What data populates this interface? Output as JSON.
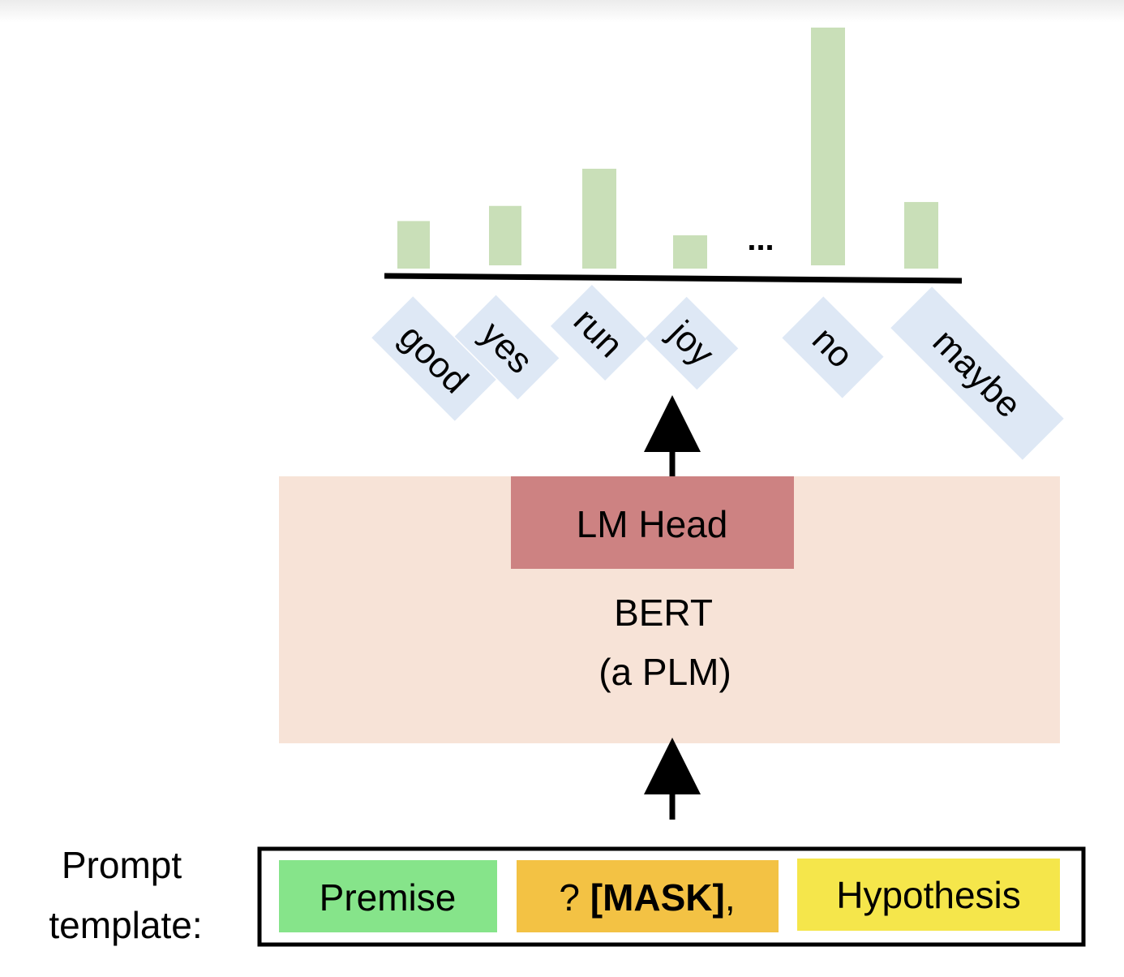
{
  "chart_data": {
    "type": "bar",
    "categories": [
      "good",
      "yes",
      "run",
      "joy",
      "no",
      "maybe"
    ],
    "values": [
      0.2,
      0.25,
      0.42,
      0.14,
      1.0,
      0.28
    ],
    "ellipsis": "...",
    "colors": {
      "bar": "#c9dfb8",
      "label_box": "#dee8f5"
    }
  },
  "model": {
    "head_label": "LM Head",
    "body_label_line1": "BERT",
    "body_label_line2": "(a PLM)",
    "colors": {
      "body": "#f7e3d7",
      "head": "#cd8282"
    }
  },
  "template": {
    "label_line1": "Prompt",
    "label_line2": "template:",
    "segments": [
      {
        "text": "Premise",
        "prefix": "",
        "bold": "",
        "suffix": "",
        "color": "#86e48a"
      },
      {
        "text": "? [MASK],",
        "prefix": "? ",
        "bold": "[MASK]",
        "suffix": ",",
        "color": "#f3c244"
      },
      {
        "text": "Hypothesis",
        "prefix": "",
        "bold": "",
        "suffix": "",
        "color": "#f5e64b"
      }
    ]
  }
}
